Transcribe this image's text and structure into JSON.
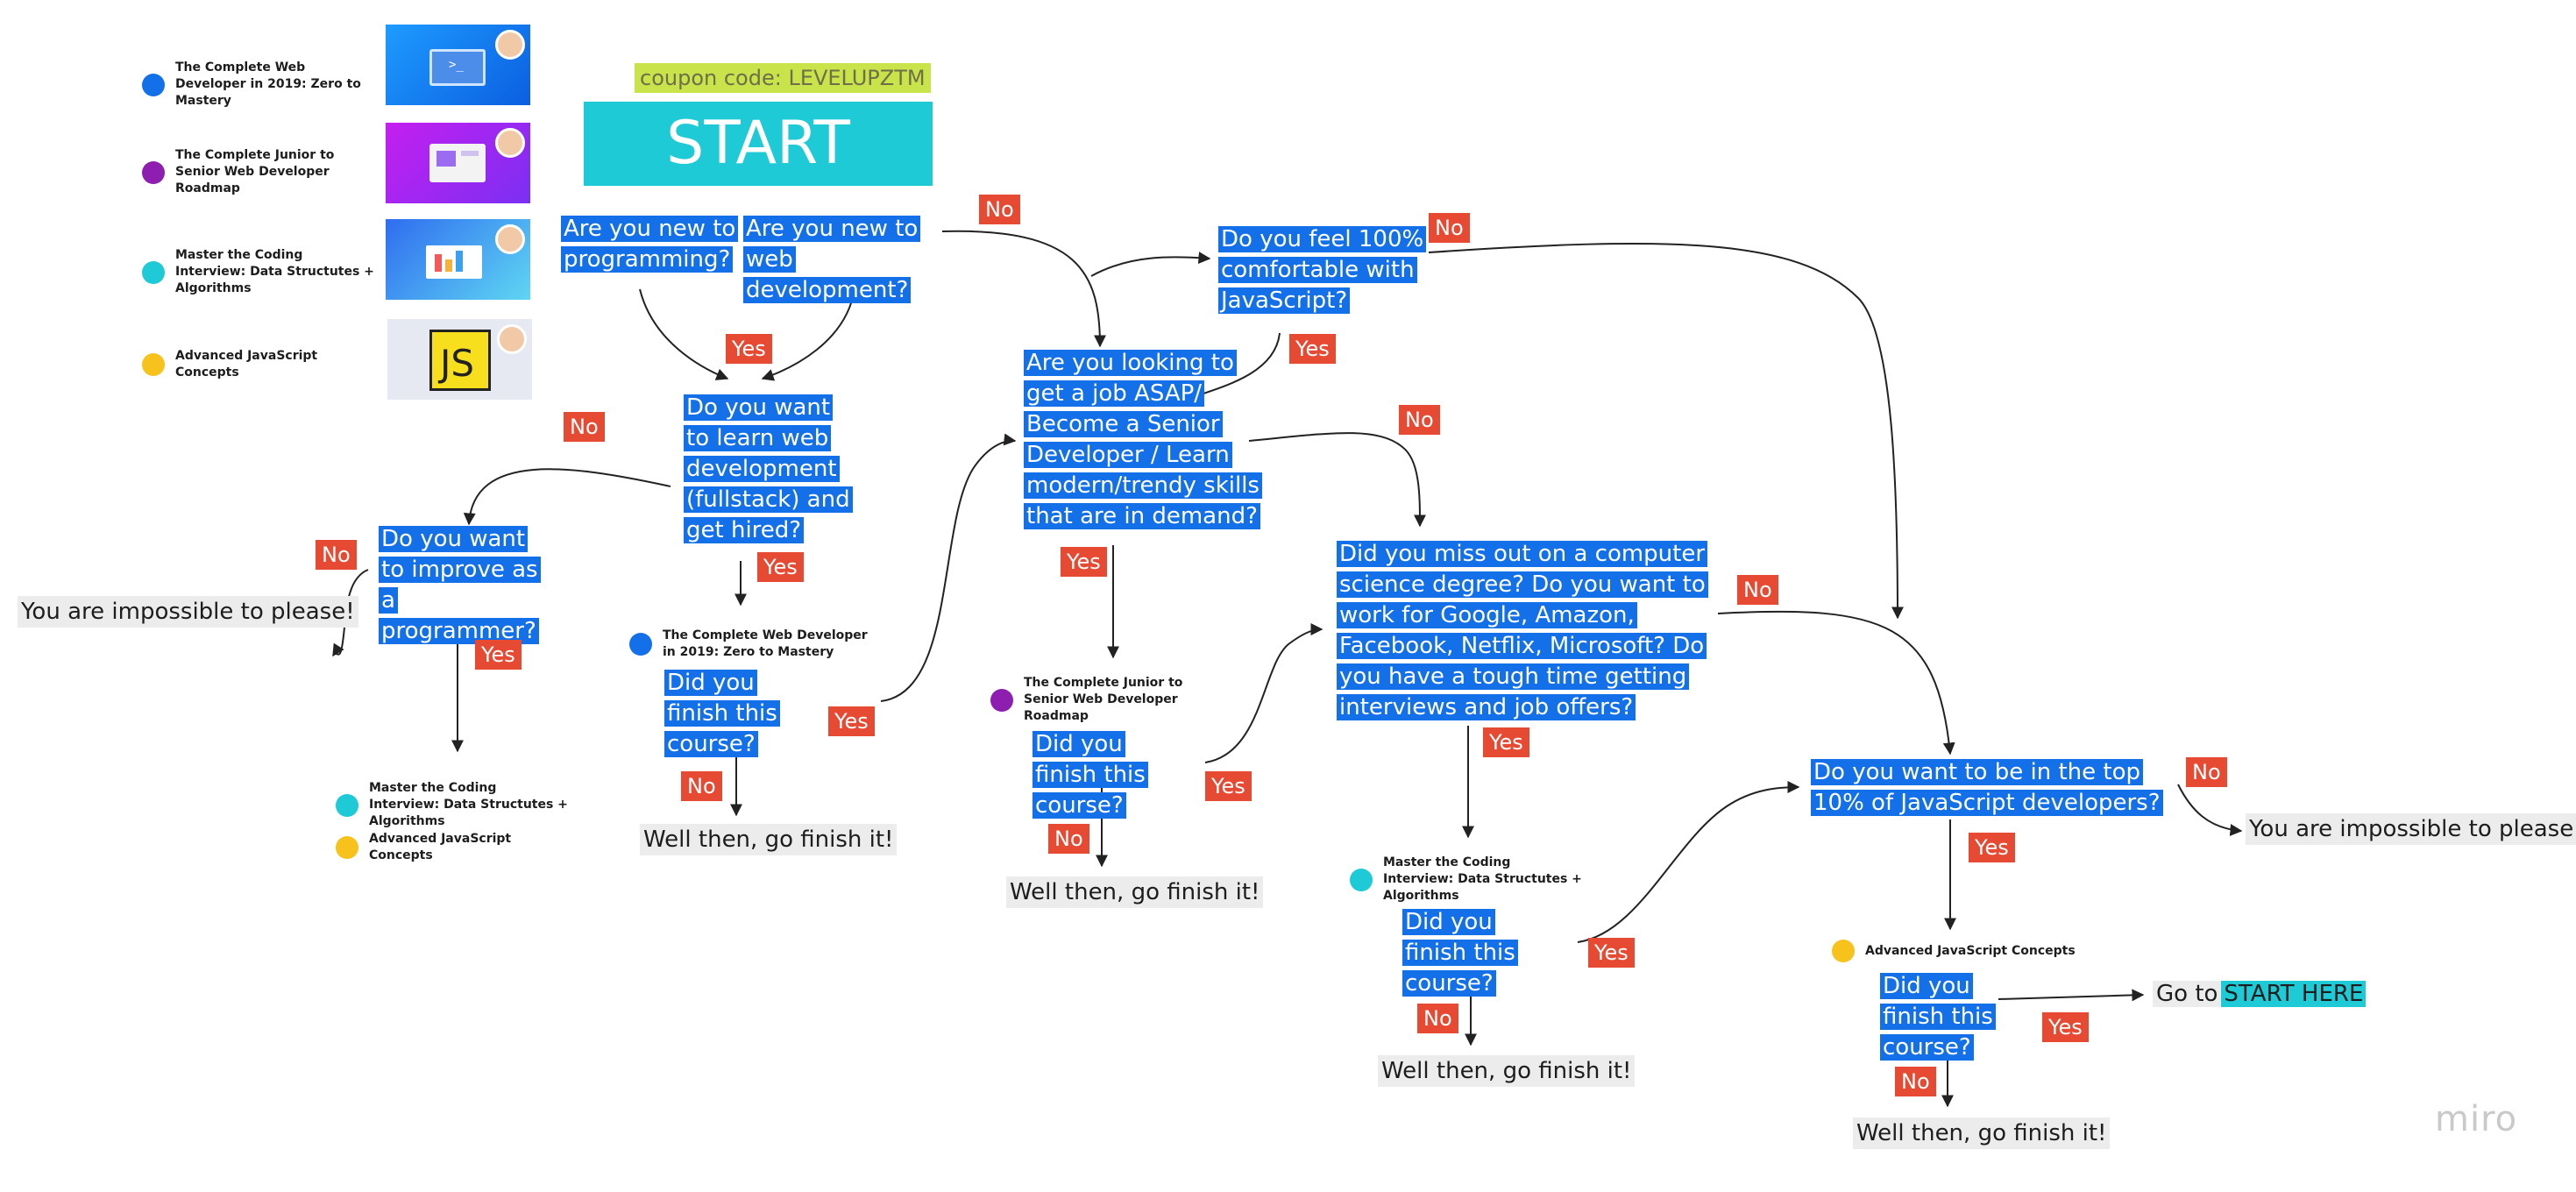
{
  "legend": [
    {
      "label": "The Complete Web Developer in 2019: Zero to Mastery",
      "color": "#1470e8",
      "thumb": "computer-screen-icon"
    },
    {
      "label": "The Complete Junior to Senior Web Developer Roadmap",
      "color": "#8e1eb0",
      "thumb": "dashboard-screen-icon"
    },
    {
      "label": "Master the Coding Interview: Data Structutes + Algorithms",
      "color": "#1ecad6",
      "thumb": "laptop-charts-icon"
    },
    {
      "label": "Advanced JavaScript Concepts",
      "color": "#f7c21c",
      "thumb": "javascript-logo-icon"
    }
  ],
  "coupon": "coupon code: LEVELUPZTM",
  "start": "START HERE",
  "questions": {
    "new_programming": "Are you new to programming?",
    "new_webdev": "Are you new to web development?",
    "js_comfortable": "Do you feel 100% comfortable with JavaScript?",
    "learn_webdev": "Do you want to learn web development (fullstack) and get hired?",
    "improve": "Do you want to improve as a programmer?",
    "job_asap": "Are you looking to get a job ASAP/ Become a Senior Developer / Learn modern/trendy skills that are in demand?",
    "cs_degree": "Did you miss out on a computer science degree? Do you want to work for Google, Amazon, Facebook, Netflix, Microsoft? Do you have a tough time getting interviews and job offers?",
    "top10": "Do you want to be in the top 10% of JavaScript developers?",
    "finish": "Did you finish this course?"
  },
  "answers": {
    "yes": "Yes",
    "no": "No"
  },
  "outcomes": {
    "impossible": "You are impossible to please!",
    "go_finish": "Well then, go finish it!",
    "goto_prefix": "Go to",
    "goto_target": "START HERE"
  },
  "watermark": "miro"
}
